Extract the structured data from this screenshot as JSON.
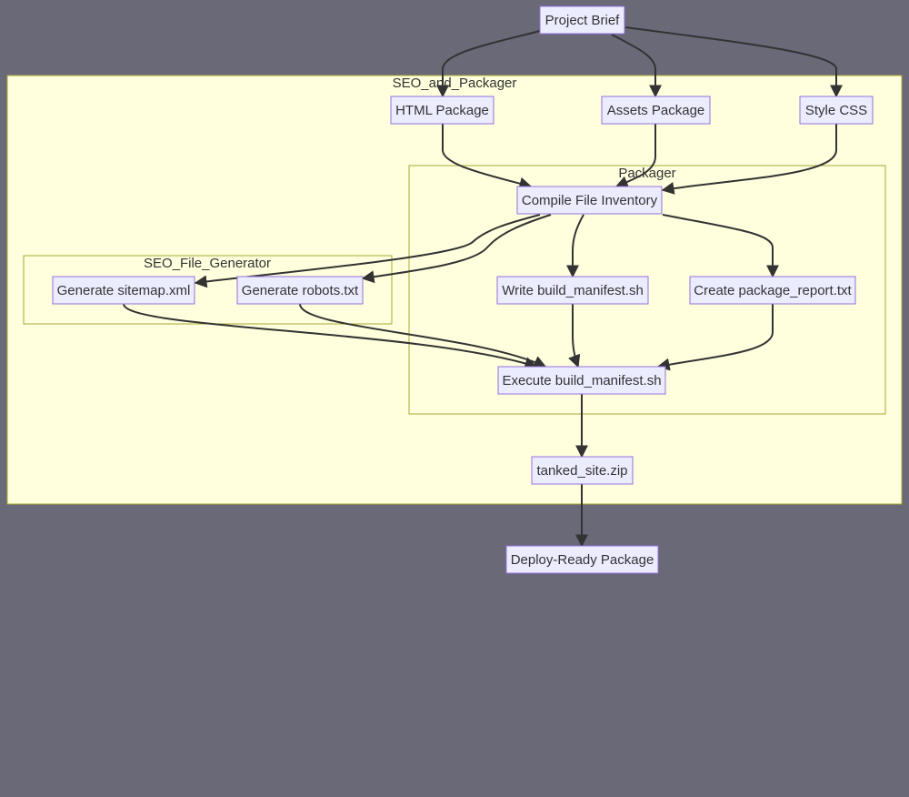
{
  "colors": {
    "background": "#696978",
    "cluster_fill": "#ffffde",
    "cluster_stroke": "#aaaa33",
    "node_fill": "#ececff",
    "node_stroke": "#9370db",
    "edge": "#333333",
    "text": "#333333"
  },
  "clusters": {
    "seo_and_packager": "SEO_and_Packager",
    "packager": "Packager",
    "seo_file_generator": "SEO_File_Generator"
  },
  "nodes": {
    "project_brief": "Project Brief",
    "html_package": "HTML Package",
    "assets_package": "Assets Package",
    "style_css": "Style CSS",
    "compile_inventory": "Compile File Inventory",
    "sitemap": "Generate sitemap.xml",
    "robots": "Generate robots.txt",
    "write_manifest": "Write build_manifest.sh",
    "package_report": "Create package_report.txt",
    "execute_manifest": "Execute build_manifest.sh",
    "zip": "tanked_site.zip",
    "deploy": "Deploy-Ready Package"
  },
  "edges": [
    {
      "from": "project_brief",
      "to": "html_package"
    },
    {
      "from": "project_brief",
      "to": "assets_package"
    },
    {
      "from": "project_brief",
      "to": "style_css"
    },
    {
      "from": "html_package",
      "to": "compile_inventory"
    },
    {
      "from": "assets_package",
      "to": "compile_inventory"
    },
    {
      "from": "style_css",
      "to": "compile_inventory"
    },
    {
      "from": "compile_inventory",
      "to": "sitemap"
    },
    {
      "from": "compile_inventory",
      "to": "robots"
    },
    {
      "from": "compile_inventory",
      "to": "write_manifest"
    },
    {
      "from": "compile_inventory",
      "to": "package_report"
    },
    {
      "from": "sitemap",
      "to": "execute_manifest"
    },
    {
      "from": "robots",
      "to": "execute_manifest"
    },
    {
      "from": "write_manifest",
      "to": "execute_manifest"
    },
    {
      "from": "package_report",
      "to": "execute_manifest"
    },
    {
      "from": "execute_manifest",
      "to": "zip"
    },
    {
      "from": "zip",
      "to": "deploy"
    }
  ]
}
